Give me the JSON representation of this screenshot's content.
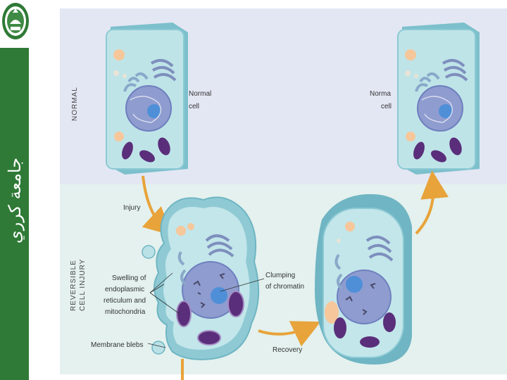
{
  "sidebar": {
    "text": "جامعة كرري"
  },
  "sections": {
    "normal": "NORMAL",
    "reversible_line1": "REVERSIBLE",
    "reversible_line2": "CELL INJURY"
  },
  "labels": {
    "normal_cell_1_line1": "Normal",
    "normal_cell_1_line2": "cell",
    "normal_cell_2_line1": "Norma",
    "normal_cell_2_line2": "cell",
    "injury": "Injury",
    "swelling_line1": "Swelling of",
    "swelling_line2": "endoplasmic",
    "swelling_line3": "reticulum and",
    "swelling_line4": "mitochondria",
    "clumping_line1": "Clumping",
    "clumping_line2": "of chromatin",
    "membrane_blebs": "Membrane blebs",
    "recovery": "Recovery"
  },
  "colors": {
    "sidebar": "#2f7a36",
    "normal_band": "#e3e7f3",
    "injury_band": "#e4f1ee",
    "cell_body": "#b9e1e6",
    "cell_edge": "#6fb5c3",
    "nucleus": "#8f9ccf",
    "mitochondria": "#5a2e7a",
    "arrow": "#e8a33a"
  }
}
